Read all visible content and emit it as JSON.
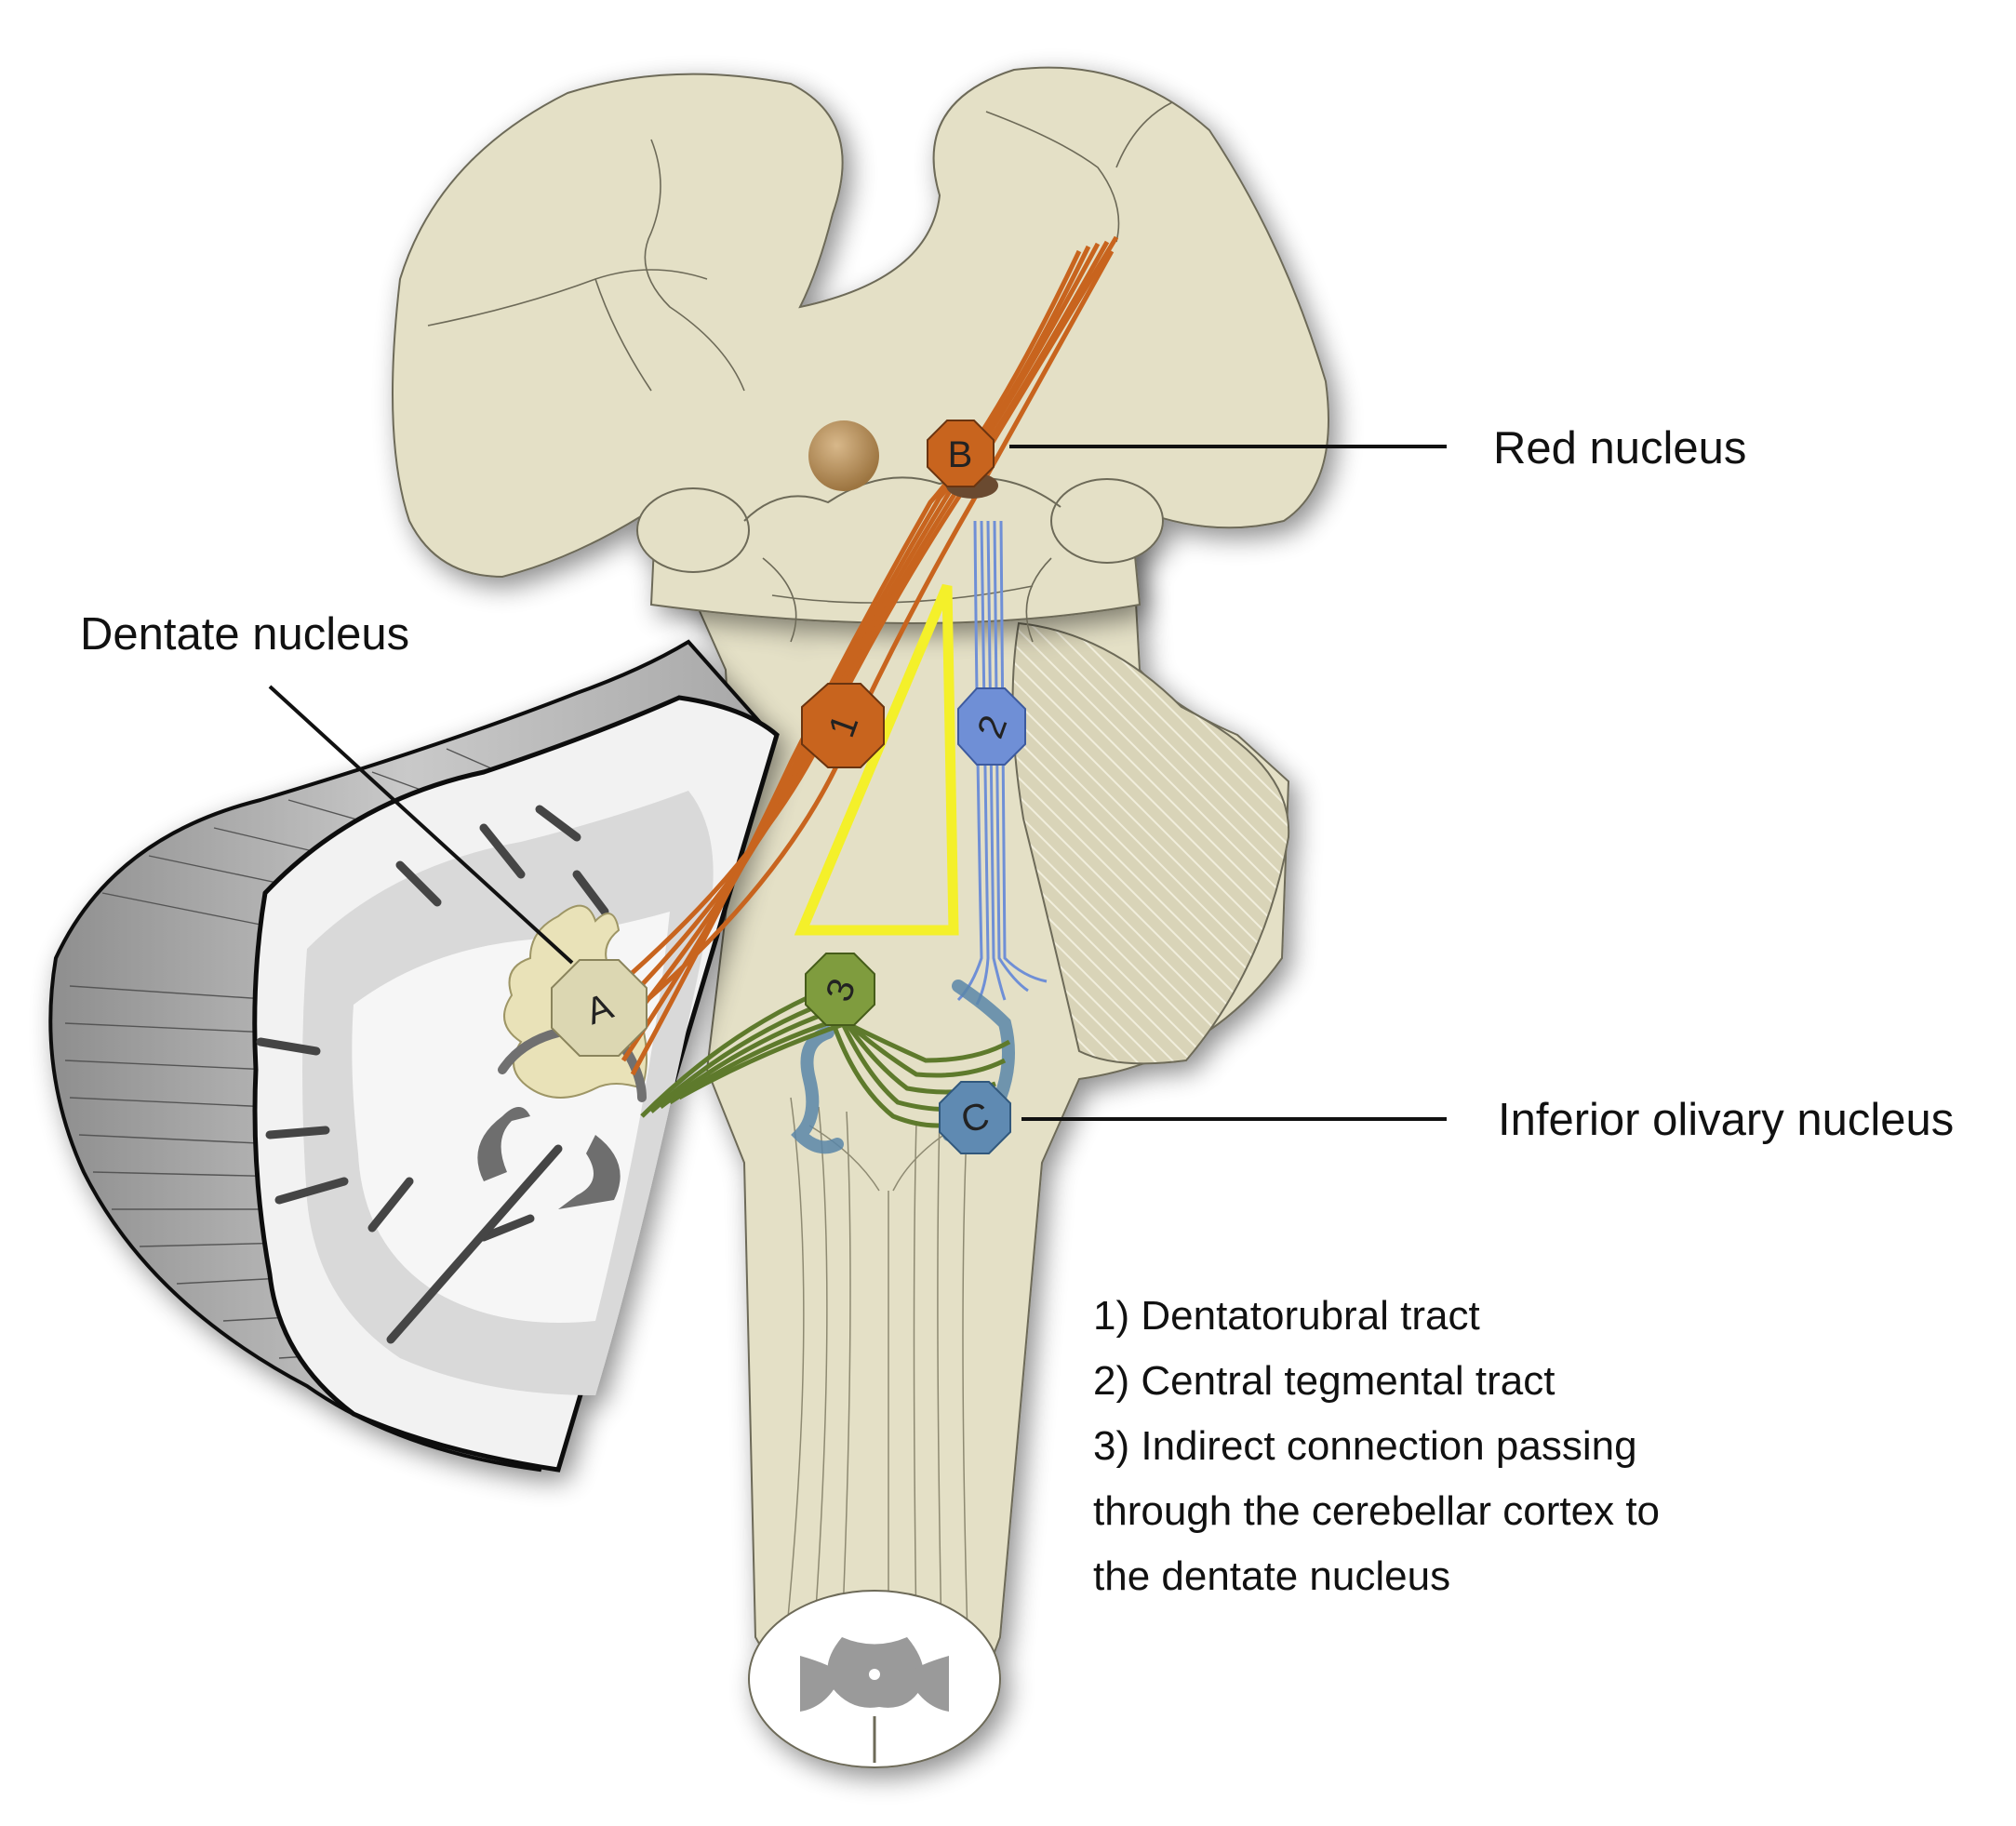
{
  "labels": {
    "red_nucleus": "Red nucleus",
    "dentate_nucleus": "Dentate nucleus",
    "inferior_olivary_nucleus": "Inferior olivary nucleus"
  },
  "markers": {
    "A": "A",
    "B": "B",
    "C": "C",
    "one": "1",
    "two": "2",
    "three": "3"
  },
  "legend": {
    "line1": "1) Dentatorubral tract",
    "line2": "2) Central tegmental tract",
    "line3": "3) Indirect connection passing",
    "line4": "through the cerebellar cortex to",
    "line5": "the dentate nucleus"
  },
  "colors": {
    "brainstem": "#e4e0c6",
    "dentatorubral": "#c8641e",
    "central_tegmental": "#6f8fd6",
    "indirect": "#5e7a2c",
    "triangle": "#f4f02a",
    "cerebellum": "#d4d4d4"
  }
}
